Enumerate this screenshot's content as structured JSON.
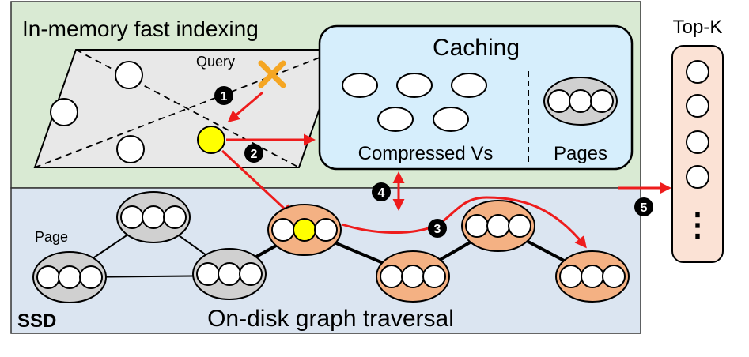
{
  "regions": {
    "memory_title": "In-memory fast indexing",
    "ssd_label": "SSD",
    "ssd_title": "On-disk graph traversal",
    "caching_title": "Caching",
    "compressed_label": "Compressed Vs",
    "pages_label": "Pages",
    "topk_title": "Top-K"
  },
  "labels": {
    "query": "Query",
    "page": "Page",
    "dots": "⋮"
  },
  "steps": {
    "s1": "1",
    "s2": "2",
    "s3": "3",
    "s4": "4",
    "s5": "5"
  },
  "colors": {
    "memory_bg": "#d9ead3",
    "ssd_bg": "#dbe5f1",
    "cache_bg": "#d6eefc",
    "topk_bg": "#fbe2d5",
    "page_gray": "#d0d0d0",
    "page_orange": "#f4b183",
    "highlight": "#ffff00",
    "query_x": "#f5a623",
    "arrow": "#ee1c1c"
  }
}
